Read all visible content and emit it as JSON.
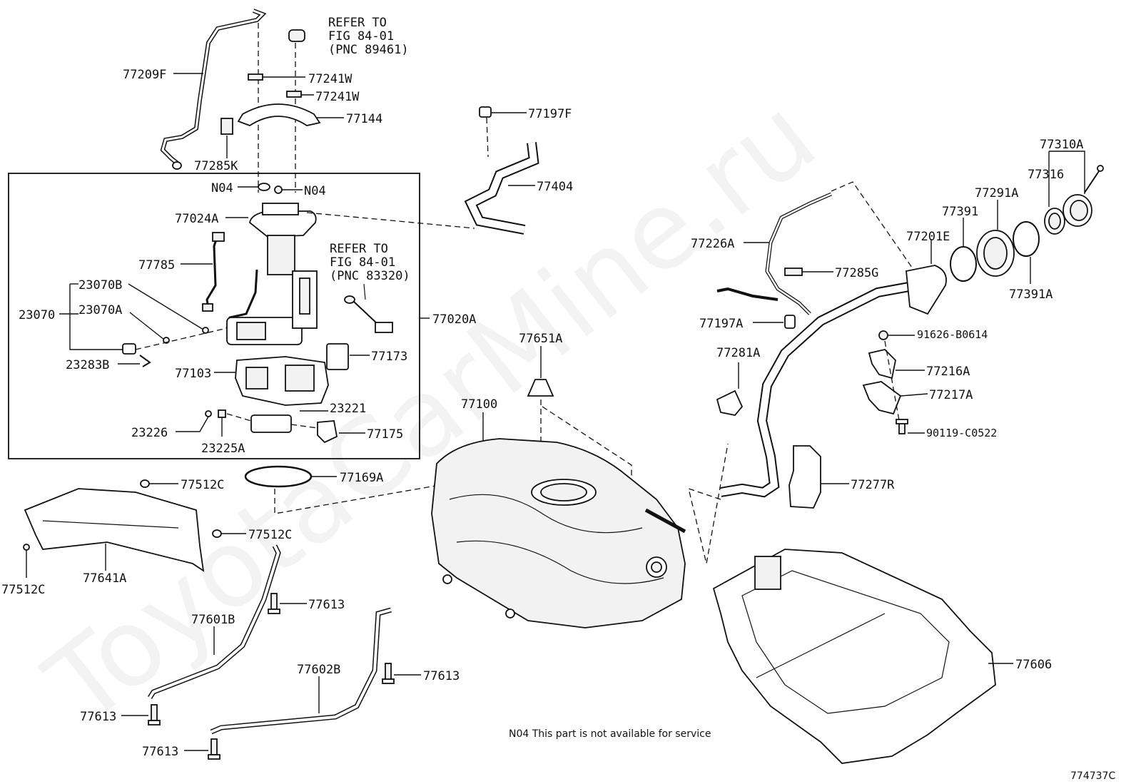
{
  "watermark": "ToyotaCarMine.ru",
  "labels": {
    "p77209F": "77209F",
    "p77241W_a": "77241W",
    "p77241W_b": "77241W",
    "p77144": "77144",
    "p77285K": "77285K",
    "pN04_a": "N04",
    "pN04_b": "N04",
    "p77024A": "77024A",
    "p77785": "77785",
    "p23070B": "23070B",
    "p23070": "23070",
    "p23070A": "23070A",
    "p23283B": "23283B",
    "p77103": "77103",
    "p23226": "23226",
    "p23225A": "23225A",
    "p23221": "23221",
    "p77175": "77175",
    "p77173": "77173",
    "p77020A": "77020A",
    "p77197F": "77197F",
    "p77404": "77404",
    "p77226A": "77226A",
    "p77285G": "77285G",
    "p77197A": "77197A",
    "p77281A": "77281A",
    "p77651A": "77651A",
    "p77100": "77100",
    "p77169A": "77169A",
    "p77512C_a": "77512C",
    "p77512C_b": "77512C",
    "p77512C_c": "77512C",
    "p77641A": "77641A",
    "p77613_a": "77613",
    "p77613_b": "77613",
    "p77613_c": "77613",
    "p77613_d": "77613",
    "p77601B": "77601B",
    "p77602B": "77602B",
    "p77277R": "77277R",
    "p77606": "77606",
    "p77201E": "77201E",
    "p77391": "77391",
    "p77291A": "77291A",
    "p77316": "77316",
    "p77310A": "77310A",
    "p77391A": "77391A",
    "p91626": "91626-B0614",
    "p77216A": "77216A",
    "p77217A": "77217A",
    "p90119": "90119-C0522"
  },
  "refs": {
    "ref1": [
      "REFER TO",
      "FIG 84-01",
      "(PNC 89461)"
    ],
    "ref2": [
      "REFER TO",
      "FIG 84-01",
      "(PNC 83320)"
    ]
  },
  "footnote": "N04 This part is not available for service",
  "diagram_id": "774737C"
}
